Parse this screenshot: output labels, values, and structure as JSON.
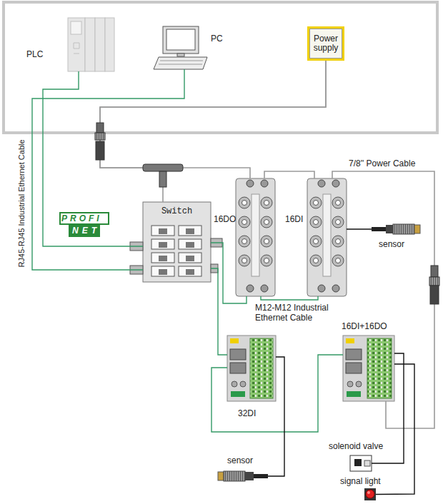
{
  "diagram": {
    "nodes": [
      {
        "text": [
          "PLC"
        ]
      },
      {
        "text": [
          "PC"
        ]
      },
      {
        "text": [
          "Power supply"
        ]
      },
      {
        "text": [
          "Switch"
        ]
      },
      {
        "text": [
          "16DO"
        ]
      },
      {
        "text": [
          "16DI"
        ]
      },
      {
        "text": [
          "sensor"
        ]
      },
      {
        "text": [
          "32DI"
        ]
      },
      {
        "text": [
          "16DI+16DO"
        ]
      },
      {
        "text": [
          "sensor"
        ]
      },
      {
        "text": [
          "solenoid valve"
        ]
      },
      {
        "text": [
          "signal light"
        ]
      }
    ],
    "edges": [
      {
        "from": 0,
        "to": 3,
        "arrow": "none"
      },
      {
        "from": 1,
        "to": 3,
        "arrow": "none"
      },
      {
        "from": 2,
        "to": 3,
        "arrow": "none"
      },
      {
        "from": 2,
        "to": 4,
        "arrow": "none"
      },
      {
        "from": 4,
        "to": 5,
        "arrow": "none"
      },
      {
        "from": 5,
        "to": 8,
        "label": "7/8'' Power Cable",
        "arrow": "none"
      },
      {
        "from": 5,
        "to": 6,
        "arrow": "none"
      },
      {
        "from": 3,
        "to": 4,
        "arrow": "none"
      },
      {
        "from": 4,
        "to": 5,
        "label": "M12-M12 Industrial Ethernet Cable",
        "arrow": "none"
      },
      {
        "from": 3,
        "to": 7,
        "arrow": "none"
      },
      {
        "from": 7,
        "to": 8,
        "arrow": "none"
      },
      {
        "from": 7,
        "to": 9,
        "arrow": "none"
      },
      {
        "from": 8,
        "to": 10,
        "arrow": "none"
      },
      {
        "from": 8,
        "to": 11,
        "arrow": "none"
      }
    ],
    "labels": [
      "RJ45-RJ45 Industrial Ethernet Cable",
      "PROFI",
      "NET"
    ]
  }
}
